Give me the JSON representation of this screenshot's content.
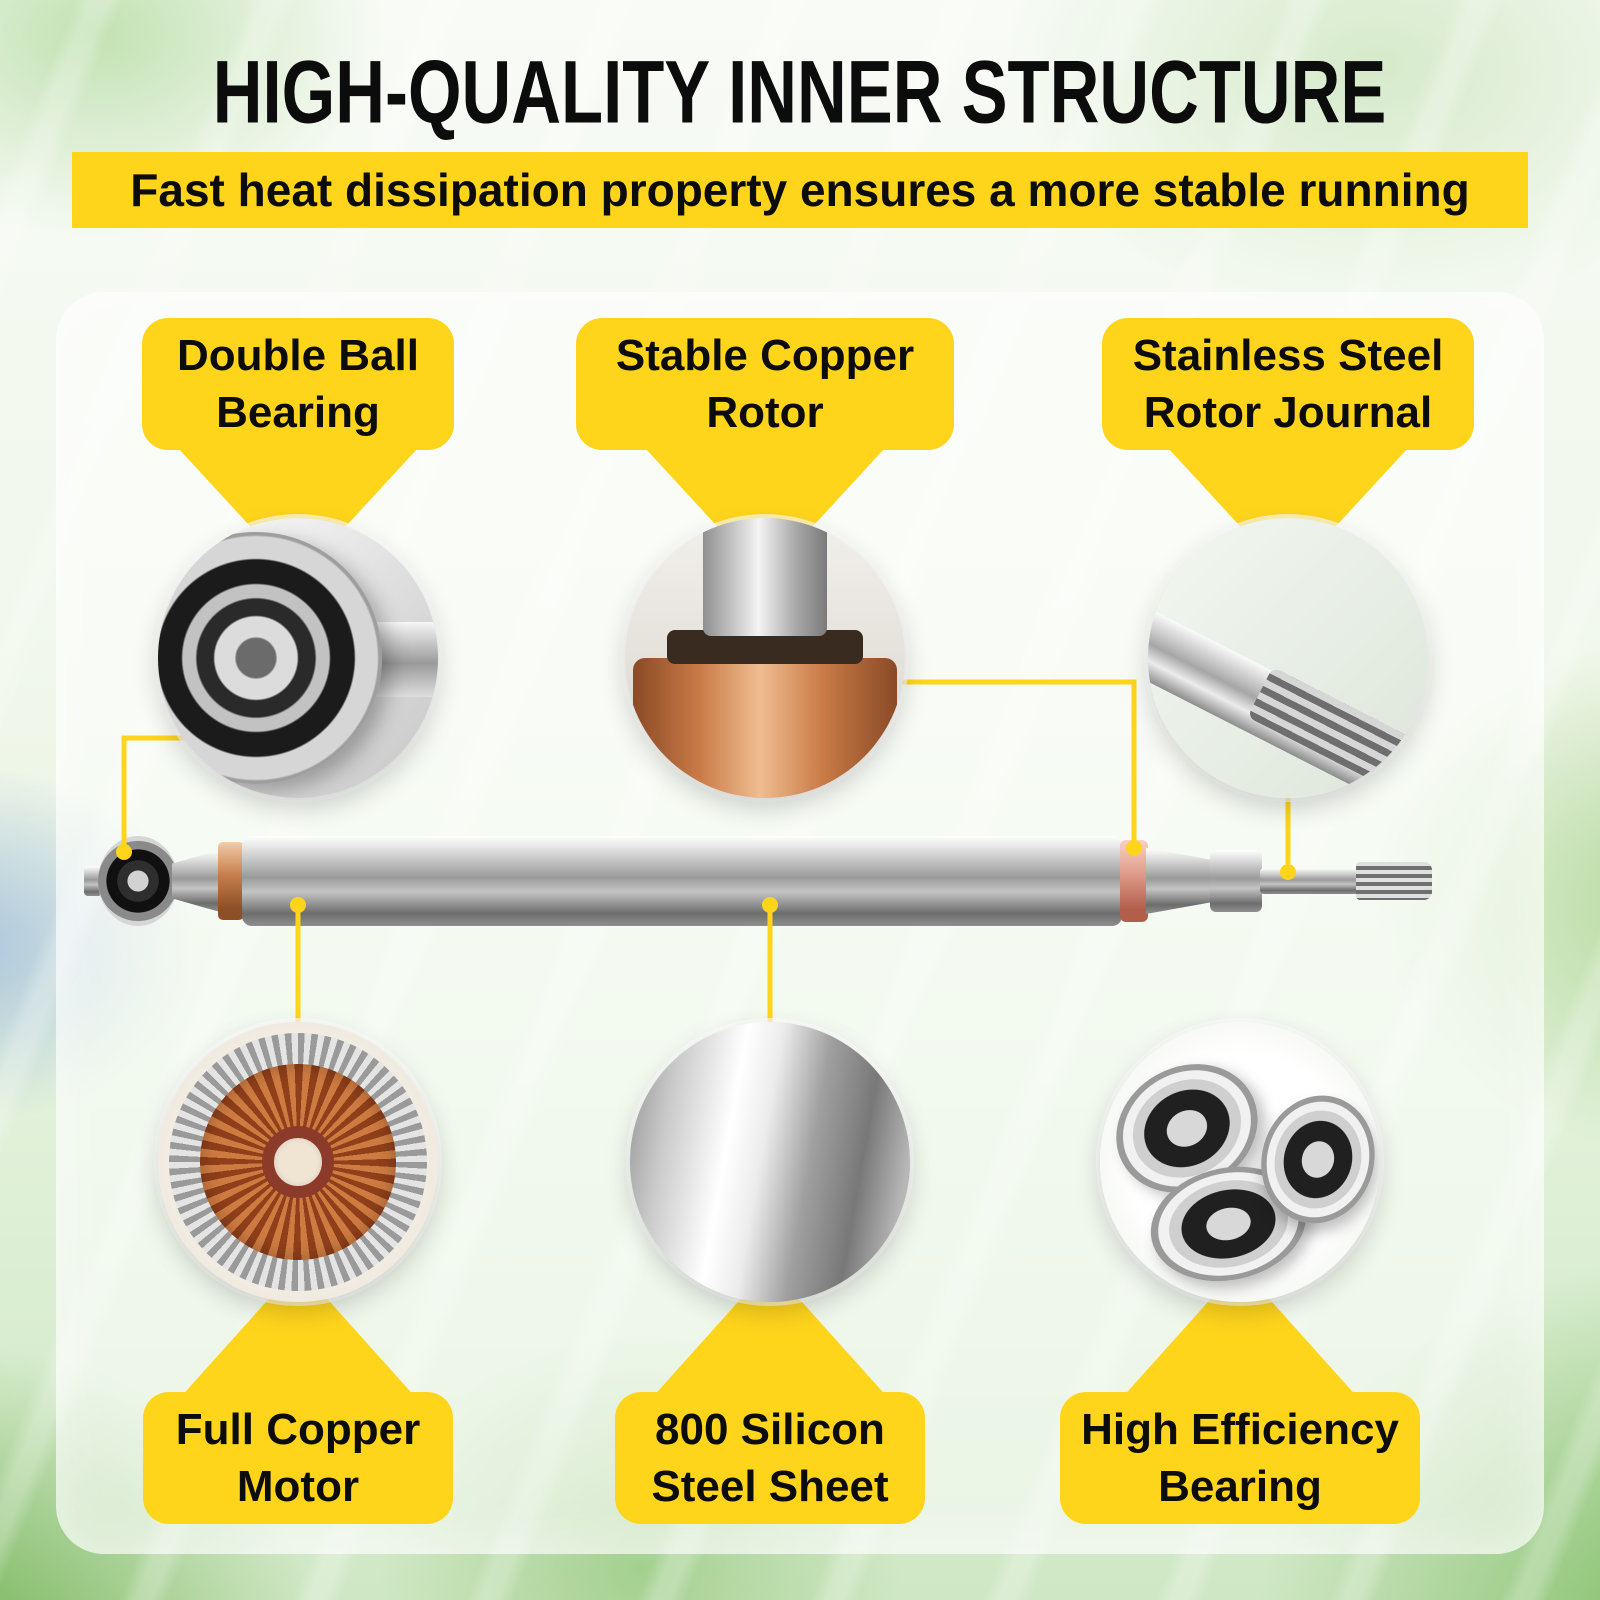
{
  "header": {
    "title": "HIGH-QUALITY INNER STRUCTURE",
    "subtitle": "Fast heat dissipation property ensures a more stable running"
  },
  "callouts": [
    {
      "label": "Double Ball Bearing"
    },
    {
      "label": "Stable Copper Rotor"
    },
    {
      "label": "Stainless Steel Rotor Journal"
    },
    {
      "label": "Full Copper Motor"
    },
    {
      "label": "800 Silicon Steel Sheet"
    },
    {
      "label": "High Efficiency Bearing"
    }
  ],
  "colors": {
    "accent_yellow": "#FFD51C",
    "text": "#111111"
  }
}
